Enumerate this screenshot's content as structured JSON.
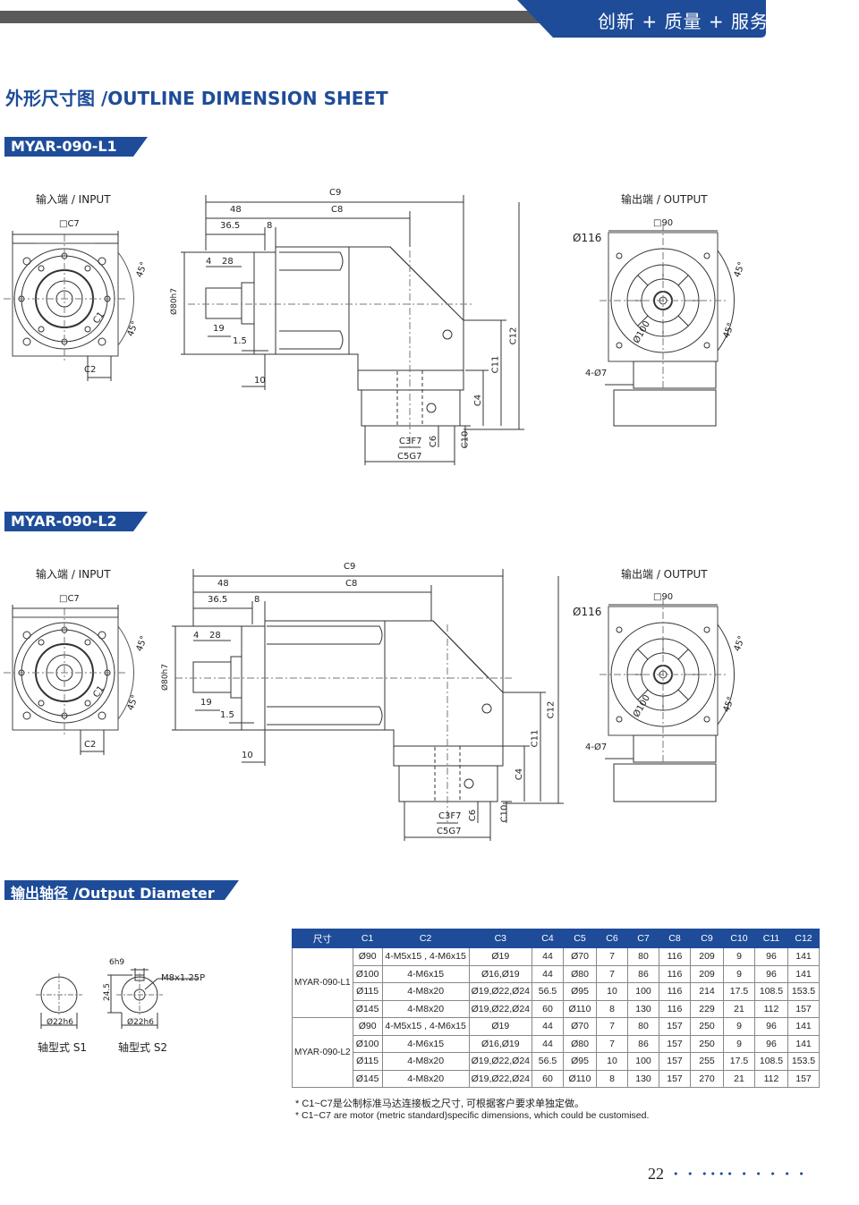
{
  "header": {
    "slogan": "创新 + 质量 + 服务"
  },
  "title": "外形尺寸图 /OUTLINE DIMENSION SHEET",
  "sections": {
    "l1": "MYAR-090-L1",
    "l2": "MYAR-090-L2",
    "shaft": "输出轴径 /Output Diameter"
  },
  "drawing": {
    "input_label": "输入端 / INPUT",
    "output_label": "输出端 / OUTPUT",
    "c7": "□C7",
    "sq90": "□90",
    "d116": "Ø116",
    "d100": "Ø100",
    "holes": "4-Ø7",
    "deg45": "45°",
    "c1": "C1",
    "c2": "C2",
    "c3": "C3F7",
    "c4": "C4",
    "c5": "C5G7",
    "c6": "C6",
    "c8": "C8",
    "c9": "C9",
    "c10": "C10",
    "c11": "C11",
    "c12": "C12",
    "d80": "Ø80h7",
    "n48": "48",
    "n36": "36.5",
    "n8": "8",
    "n4": "4",
    "n28": "28",
    "n19": "19",
    "n15": "1.5",
    "n10": "10"
  },
  "shaft": {
    "s1": "轴型式 S1",
    "s2": "轴型式 S2",
    "d22": "Ø22h6",
    "d22b": "Ø22h6",
    "key": "6h9",
    "h": "24.5",
    "thread": "M8x1.25P"
  },
  "table": {
    "headers": [
      "尺寸",
      "C1",
      "C2",
      "C3",
      "C4",
      "C5",
      "C6",
      "C7",
      "C8",
      "C9",
      "C10",
      "C11",
      "C12"
    ],
    "groups": [
      {
        "model": "MYAR-090-L1",
        "rows": [
          [
            "Ø90",
            "4-M5x15 , 4-M6x15",
            "Ø19",
            "44",
            "Ø70",
            "7",
            "80",
            "116",
            "209",
            "9",
            "96",
            "141"
          ],
          [
            "Ø100",
            "4-M6x15",
            "Ø16,Ø19",
            "44",
            "Ø80",
            "7",
            "86",
            "116",
            "209",
            "9",
            "96",
            "141"
          ],
          [
            "Ø115",
            "4-M8x20",
            "Ø19,Ø22,Ø24",
            "56.5",
            "Ø95",
            "10",
            "100",
            "116",
            "214",
            "17.5",
            "108.5",
            "153.5"
          ],
          [
            "Ø145",
            "4-M8x20",
            "Ø19,Ø22,Ø24",
            "60",
            "Ø110",
            "8",
            "130",
            "116",
            "229",
            "21",
            "112",
            "157"
          ]
        ]
      },
      {
        "model": "MYAR-090-L2",
        "rows": [
          [
            "Ø90",
            "4-M5x15 , 4-M6x15",
            "Ø19",
            "44",
            "Ø70",
            "7",
            "80",
            "157",
            "250",
            "9",
            "96",
            "141"
          ],
          [
            "Ø100",
            "4-M6x15",
            "Ø16,Ø19",
            "44",
            "Ø80",
            "7",
            "86",
            "157",
            "250",
            "9",
            "96",
            "141"
          ],
          [
            "Ø115",
            "4-M8x20",
            "Ø19,Ø22,Ø24",
            "56.5",
            "Ø95",
            "10",
            "100",
            "157",
            "255",
            "17.5",
            "108.5",
            "153.5"
          ],
          [
            "Ø145",
            "4-M8x20",
            "Ø19,Ø22,Ø24",
            "60",
            "Ø110",
            "8",
            "130",
            "157",
            "270",
            "21",
            "112",
            "157"
          ]
        ]
      }
    ]
  },
  "notes": {
    "cn": "* C1~C7是公制标准马达连接板之尺寸, 可根据客户要求单独定做。",
    "en": "* C1~C7 are motor (metric standard)specific dimensions, which could be customised."
  },
  "page": {
    "number": "22",
    "dots": "• • •••• • • • • •"
  },
  "colors": {
    "brand": "#1e4c99",
    "bar": "#5a5a5a"
  }
}
